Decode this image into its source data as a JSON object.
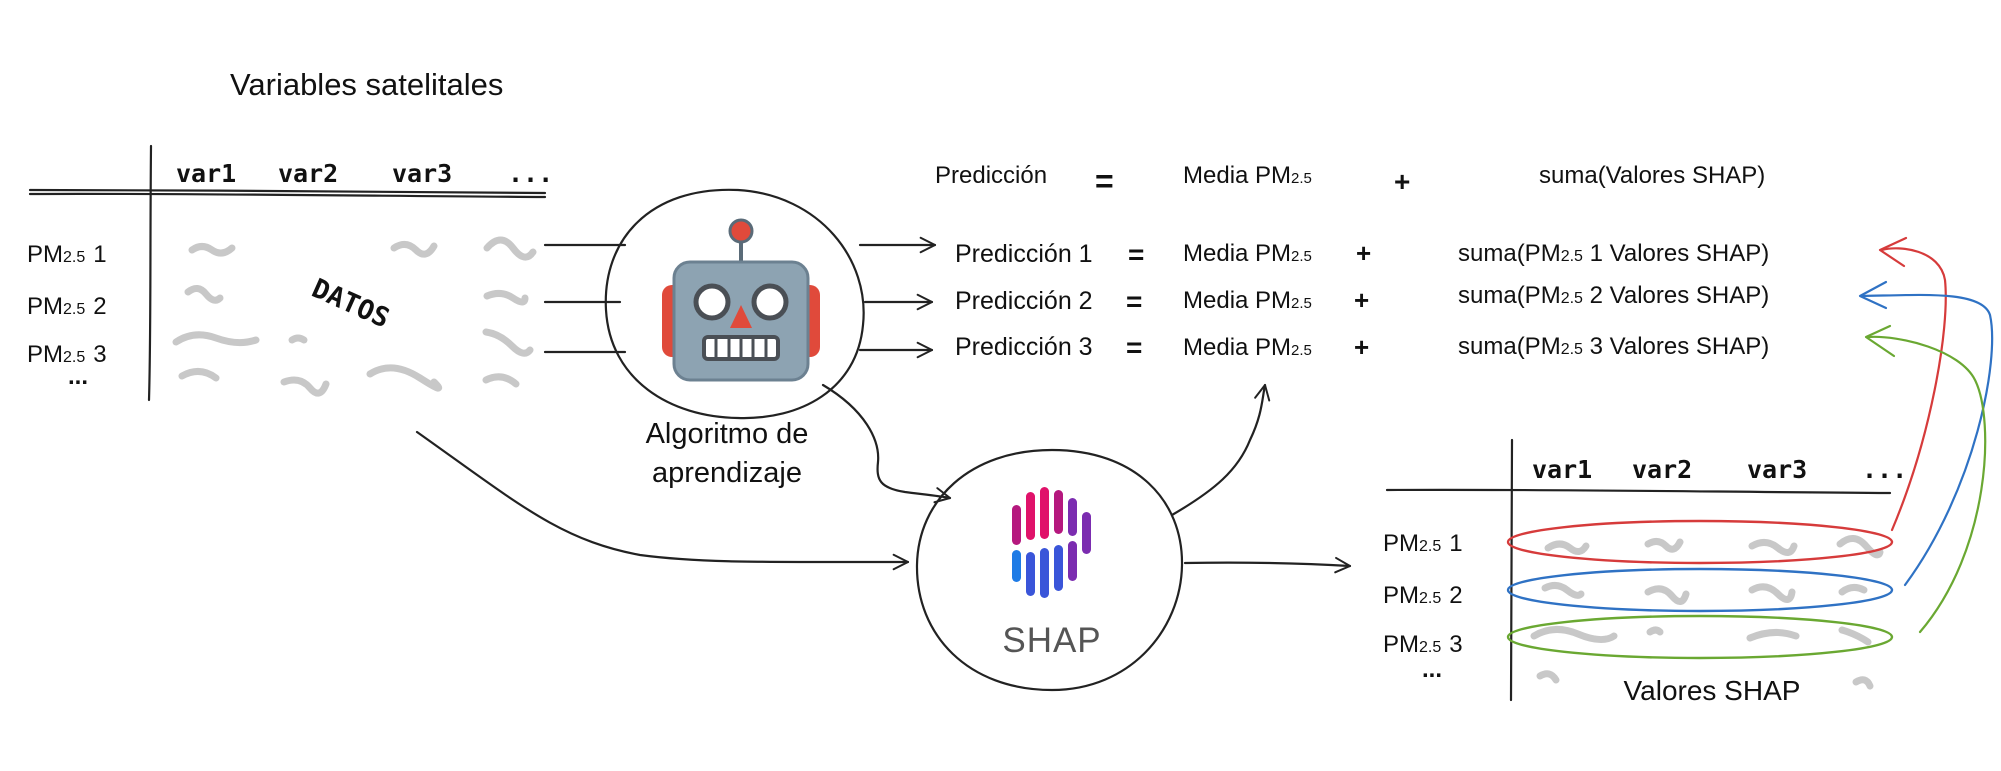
{
  "left_table": {
    "title": "Variables satelitales",
    "columns": [
      "var1",
      "var2",
      "var3",
      "..."
    ],
    "rows": [
      {
        "pm": "PM",
        "sub": "2.5",
        "num": "1"
      },
      {
        "pm": "PM",
        "sub": "2.5",
        "num": "2"
      },
      {
        "pm": "PM",
        "sub": "2.5",
        "num": "3"
      }
    ],
    "row_ellipsis": "...",
    "data_label": "DATOS"
  },
  "model": {
    "caption_line1": "Algoritmo de",
    "caption_line2": "aprendizaje",
    "icon": "robot-icon"
  },
  "shap": {
    "label": "SHAP",
    "icon": "shap-logo-icon",
    "bar_colors": [
      "#e0126a",
      "#b5187e",
      "#7b2cb0",
      "#3a55d9",
      "#1e7be6"
    ]
  },
  "formula_header": {
    "prediction": "Predicción",
    "equals": "=",
    "mean_prefix": "Media PM",
    "mean_sub": "2.5",
    "plus": "+",
    "sum": "suma(Valores SHAP)"
  },
  "formula_rows": [
    {
      "prediction": "Predicción 1",
      "equals": "=",
      "mean_prefix": "Media PM",
      "mean_sub": "2.5",
      "plus": "+",
      "sum_prefix": "suma(PM",
      "sum_sub": "2.5",
      "sum_suffix": " 1 Valores SHAP)"
    },
    {
      "prediction": "Predicción 2",
      "equals": "=",
      "mean_prefix": "Media PM",
      "mean_sub": "2.5",
      "plus": "+",
      "sum_prefix": "suma(PM",
      "sum_sub": "2.5",
      "sum_suffix": " 2 Valores SHAP)"
    },
    {
      "prediction": "Predicción 3",
      "equals": "=",
      "mean_prefix": "Media PM",
      "mean_sub": "2.5",
      "plus": "+",
      "sum_prefix": "suma(PM",
      "sum_sub": "2.5",
      "sum_suffix": " 3 Valores SHAP)"
    }
  ],
  "right_table": {
    "columns": [
      "var1",
      "var2",
      "var3",
      "..."
    ],
    "rows": [
      {
        "pm": "PM",
        "sub": "2.5",
        "num": "1"
      },
      {
        "pm": "PM",
        "sub": "2.5",
        "num": "2"
      },
      {
        "pm": "PM",
        "sub": "2.5",
        "num": "3"
      }
    ],
    "row_ellipsis": "...",
    "caption": "Valores SHAP",
    "highlight_colors": [
      "#d63b3b",
      "#2f72c4",
      "#6aa832"
    ]
  }
}
